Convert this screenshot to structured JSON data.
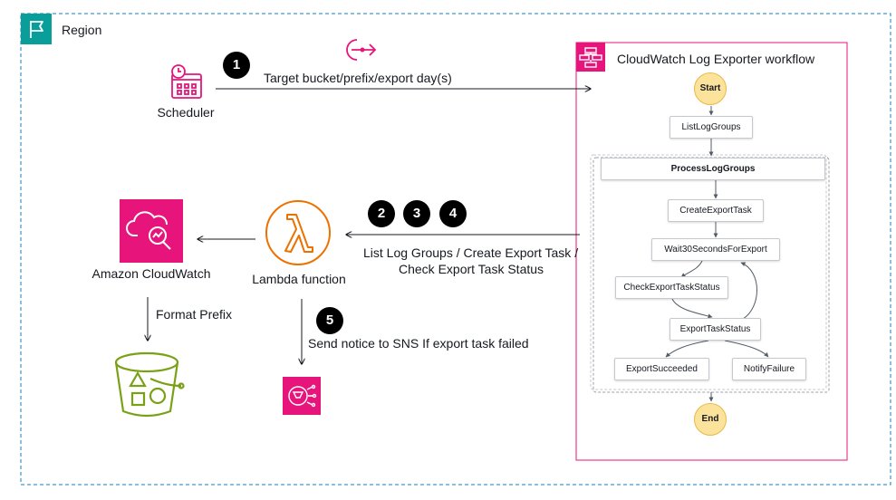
{
  "region": {
    "label": "Region"
  },
  "scheduler": {
    "label": "Scheduler"
  },
  "badges": [
    "1",
    "2",
    "3",
    "4",
    "5"
  ],
  "edges": {
    "scheduler_to_workflow": "Target bucket/prefix/export day(s)",
    "workflow_to_lambda_line1": "List Log Groups / Create Export Task /",
    "workflow_to_lambda_line2": "Check Export Task Status",
    "cloudwatch_to_s3": "Format Prefix",
    "lambda_to_sns": "Send notice to SNS If export task failed"
  },
  "cloudwatch": {
    "label": "Amazon CloudWatch"
  },
  "lambda": {
    "label": "Lambda function"
  },
  "workflow": {
    "title": "CloudWatch Log Exporter workflow",
    "start": "Start",
    "end": "End",
    "map_state": "ProcessLogGroups",
    "states": {
      "list_log_groups": "ListLogGroups",
      "create_export_task": "CreateExportTask",
      "wait": "Wait30SecondsForExport",
      "check_status": "CheckExportTaskStatus",
      "export_task_status": "ExportTaskStatus",
      "export_succeeded": "ExportSucceeded",
      "notify_failure": "NotifyFailure"
    }
  },
  "colors": {
    "region_border": "#147eba",
    "region_icon_bg": "#0a9e9a",
    "pink": "#e7157b",
    "lambda_orange": "#ed7100",
    "s3_green": "#7aa116",
    "start_end_fill": "#fce39b"
  },
  "icons": {
    "region": "flag-icon",
    "scheduler": "calendar-clock-icon",
    "eventbridge": "event-bus-icon",
    "step_functions": "step-functions-icon",
    "cloudwatch": "cloudwatch-icon",
    "lambda": "lambda-icon",
    "s3": "s3-bucket-icon",
    "sns": "sns-icon"
  }
}
